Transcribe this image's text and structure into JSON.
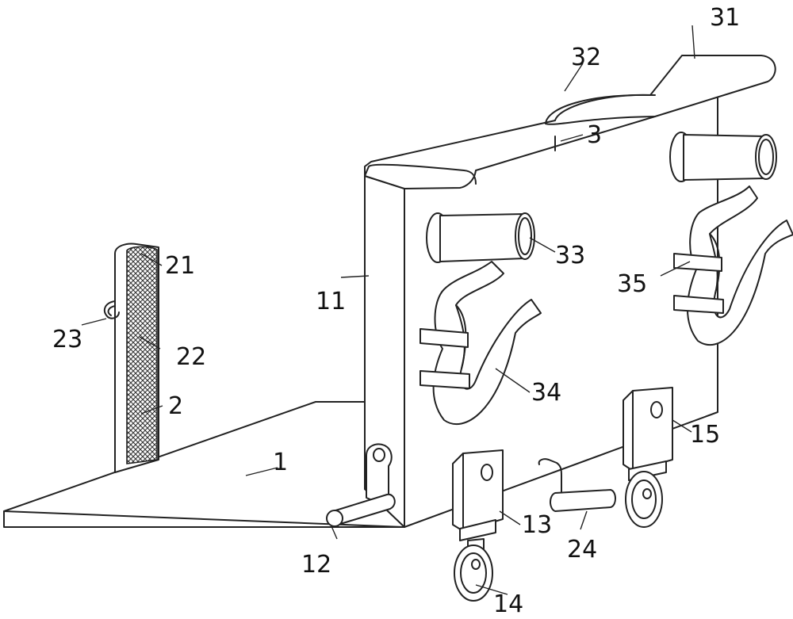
{
  "figure": {
    "labels": {
      "l1": "1",
      "l2": "2",
      "l3": "3",
      "l11": "11",
      "l12": "12",
      "l13": "13",
      "l14": "14",
      "l15": "15",
      "l21": "21",
      "l22": "22",
      "l23": "23",
      "l24": "24",
      "l31": "31",
      "l32": "32",
      "l33": "33",
      "l34": "34",
      "l35": "35"
    }
  }
}
